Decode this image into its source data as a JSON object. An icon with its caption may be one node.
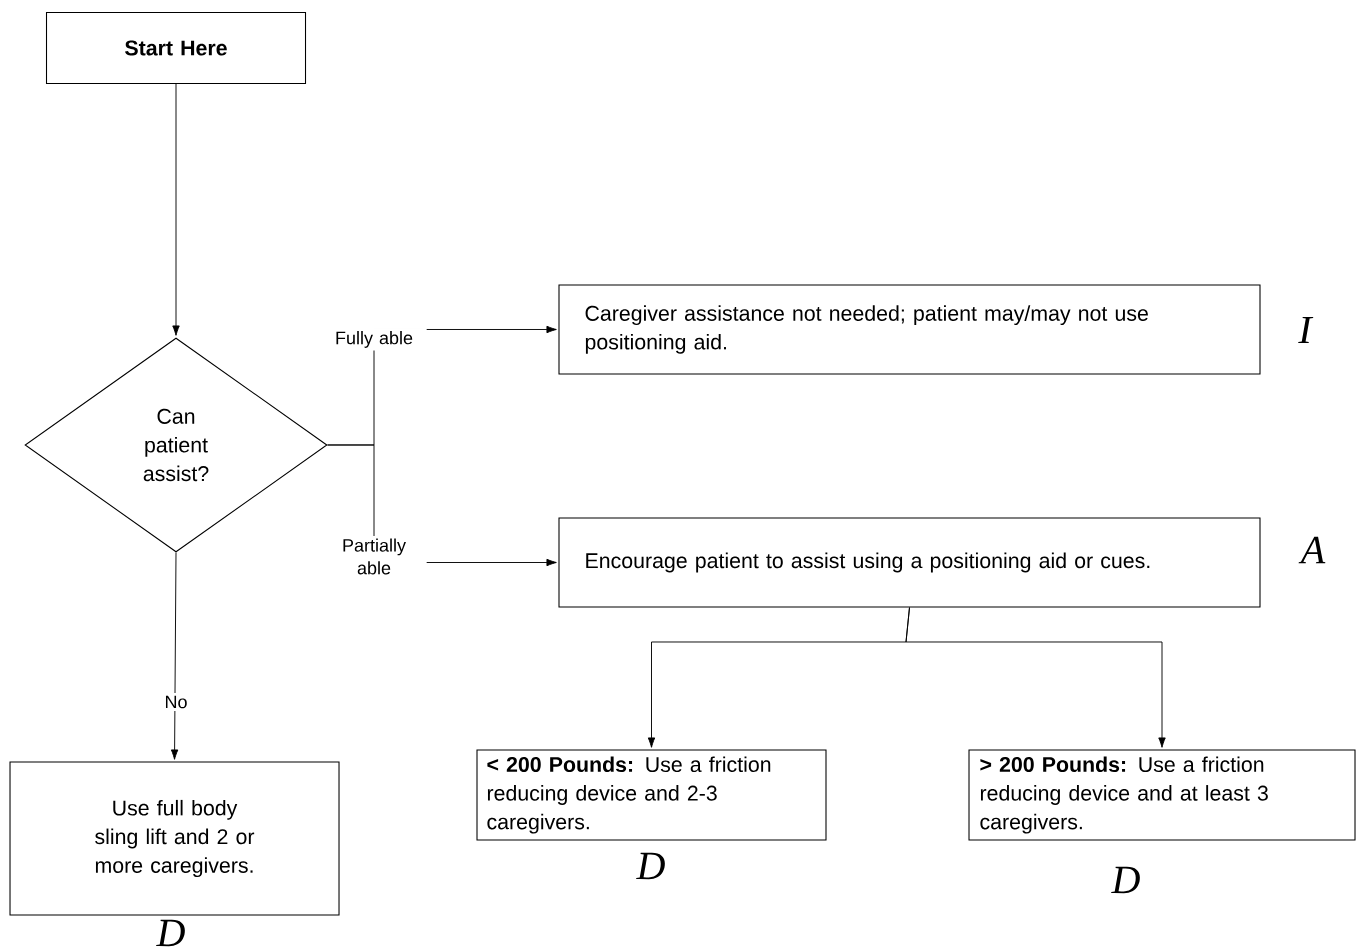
{
  "diagram": {
    "nodes": [
      {
        "text": [
          "Start Here"
        ]
      },
      {
        "text": [
          "Can patient assist?"
        ]
      },
      {
        "text": [
          "Caregiver assistance not needed; patient may/may not use positioning aid."
        ],
        "beside": [
          "I"
        ]
      },
      {
        "text": [
          "Encourage patient to assist using a positioning aid or cues."
        ],
        "beside": [
          "A"
        ]
      },
      {
        "text": [
          "Use full body sling lift and 2 or more caregivers."
        ],
        "beside": [
          "D"
        ]
      },
      {
        "text": [
          "**< 200  Pounds:** Use a friction reducing device and 2-3 caregivers."
        ],
        "beside": [
          "D"
        ]
      },
      {
        "text": [
          "**> 200  Pounds:** Use a friction reducing device and at least 3 caregivers."
        ],
        "beside": [
          "D"
        ]
      }
    ],
    "edges": [
      {
        "from": 0,
        "to": 1,
        "arrow": "to"
      },
      {
        "from": 1,
        "to": 2,
        "arrow": "to",
        "label": "Fully able"
      },
      {
        "from": 1,
        "to": 3,
        "arrow": "to",
        "label": "Partially able"
      },
      {
        "from": 1,
        "to": 4,
        "arrow": "to",
        "label": "No"
      },
      {
        "from": 3,
        "to": 5,
        "arrow": "to"
      },
      {
        "from": 3,
        "to": 6,
        "arrow": "to"
      }
    ]
  }
}
